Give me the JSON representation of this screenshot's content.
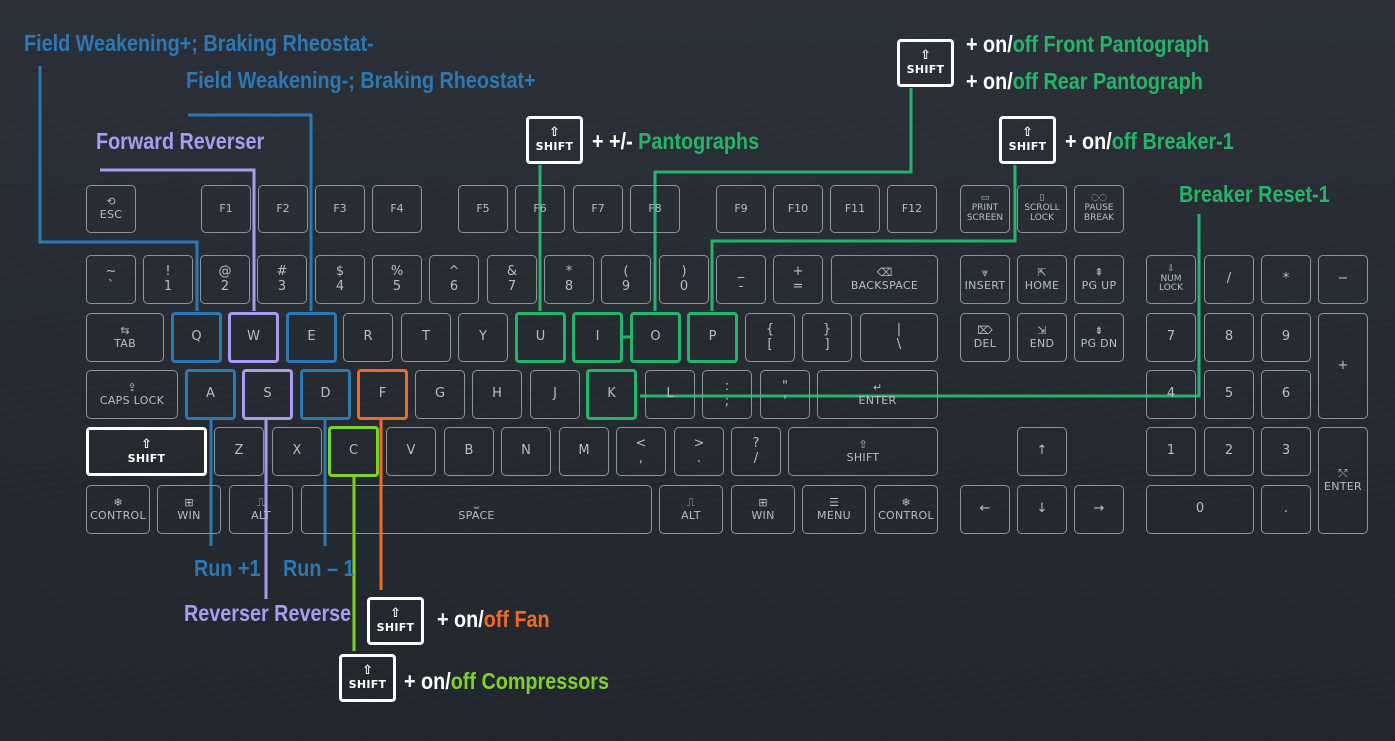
{
  "colors": {
    "blue": "#2d77b3",
    "purple": "#a99cf0",
    "green": "#27b36a",
    "orange": "#ef6a2a",
    "lime": "#7fd12a",
    "white": "#ffffff",
    "key_border": "#8d949c",
    "key_text": "#b8bec5"
  },
  "keys": {
    "esc": {
      "icon": "⟲",
      "label": "ESC"
    },
    "f1": "F1",
    "f2": "F2",
    "f3": "F3",
    "f4": "F4",
    "f5": "F5",
    "f6": "F6",
    "f7": "F7",
    "f8": "F8",
    "f9": "F9",
    "f10": "F10",
    "f11": "F11",
    "f12": "F12",
    "print_screen": {
      "icon": "▭",
      "l1": "PRINT",
      "l2": "SCREEN"
    },
    "scroll_lock": {
      "icon": "▯",
      "l1": "SCROLL",
      "l2": "LOCK"
    },
    "pause_break": {
      "icon": "◌◌",
      "l1": "PAUSE",
      "l2": "BREAK"
    },
    "tilde": {
      "top": "~",
      "bottom": "`"
    },
    "n1": {
      "top": "!",
      "bottom": "1"
    },
    "n2": {
      "top": "@",
      "bottom": "2"
    },
    "n3": {
      "top": "#",
      "bottom": "3"
    },
    "n4": {
      "top": "$",
      "bottom": "4"
    },
    "n5": {
      "top": "%",
      "bottom": "5"
    },
    "n6": {
      "top": "^",
      "bottom": "6"
    },
    "n7": {
      "top": "&",
      "bottom": "7"
    },
    "n8": {
      "top": "*",
      "bottom": "8"
    },
    "n9": {
      "top": "(",
      "bottom": "9"
    },
    "n0": {
      "top": ")",
      "bottom": "0"
    },
    "minus": {
      "top": "_",
      "bottom": "-"
    },
    "equals": {
      "top": "+",
      "bottom": "="
    },
    "backspace": {
      "icon": "⌫",
      "label": "BACKSPACE"
    },
    "tab": {
      "icon": "⇆",
      "label": "TAB"
    },
    "q": "Q",
    "w": "W",
    "e": "E",
    "r": "R",
    "t": "T",
    "y": "Y",
    "u": "U",
    "i": "I",
    "o": "O",
    "p": "P",
    "lbracket": {
      "top": "{",
      "bottom": "["
    },
    "rbracket": {
      "top": "}",
      "bottom": "]"
    },
    "backslash": {
      "top": "|",
      "bottom": "\\"
    },
    "caps_lock": {
      "icon": "⇪",
      "label": "CAPS LOCK"
    },
    "a": "A",
    "s": "S",
    "d": "D",
    "f": "F",
    "g": "G",
    "h": "H",
    "j": "J",
    "k": "K",
    "l": "L",
    "semicolon": {
      "top": ":",
      "bottom": ";"
    },
    "quote": {
      "top": "\"",
      "bottom": "'"
    },
    "enter": {
      "icon": "↵",
      "label": "ENTER"
    },
    "lshift": {
      "icon": "⇧",
      "label": "SHIFT"
    },
    "z": "Z",
    "x": "X",
    "c": "C",
    "v": "V",
    "b": "B",
    "n": "N",
    "m": "M",
    "comma": {
      "top": "<",
      "bottom": ","
    },
    "period": {
      "top": ">",
      "bottom": "."
    },
    "slash": {
      "top": "?",
      "bottom": "/"
    },
    "rshift": {
      "icon": "⇧",
      "label": "SHIFT"
    },
    "lcontrol": {
      "icon": "❄",
      "label": "CONTROL"
    },
    "lwin": {
      "icon": "⊞",
      "label": "WIN"
    },
    "lalt": {
      "icon": "⎍",
      "label": "ALT"
    },
    "space": {
      "icon": "⎵",
      "label": "SPACE"
    },
    "ralt": {
      "icon": "⎍",
      "label": "ALT"
    },
    "rwin": {
      "icon": "⊞",
      "label": "WIN"
    },
    "menu": {
      "icon": "☰",
      "label": "MENU"
    },
    "rcontrol": {
      "icon": "❄",
      "label": "CONTROL"
    },
    "insert": {
      "icon": "⩔",
      "label": "INSERT"
    },
    "home": {
      "icon": "⇱",
      "label": "HOME"
    },
    "pg_up": {
      "icon": "⇞",
      "label": "PG UP"
    },
    "del": {
      "icon": "⌦",
      "label": "DEL"
    },
    "end": {
      "icon": "⇲",
      "label": "END"
    },
    "pg_dn": {
      "icon": "⇟",
      "label": "PG DN"
    },
    "arrow_up": "↑",
    "arrow_left": "←",
    "arrow_down": "↓",
    "arrow_right": "→",
    "num_lock": {
      "icon": "⇩",
      "l1": "NUM",
      "l2": "LOCK"
    },
    "np_slash": "/",
    "np_star": "*",
    "np_minus": "−",
    "np7": "7",
    "np8": "8",
    "np9": "9",
    "np_plus": "+",
    "np4": "4",
    "np5": "5",
    "np6": "6",
    "np1": "1",
    "np2": "2",
    "np3": "3",
    "np0": "0",
    "np_dot": ".",
    "np_enter": {
      "icon": "⤲",
      "label": "ENTER"
    }
  },
  "shift_badge": {
    "icon": "⇧",
    "label": "SHIFT"
  },
  "annotations": {
    "field_weakening_plus": "Field Weakening+; Braking Rheostat-",
    "field_weakening_minus": "Field Weakening-; Braking Rheostat+",
    "forward_reverser": "Forward Reverser",
    "run_plus": "Run +1",
    "run_minus": "Run – 1",
    "reverser_reverse": "Reverser Reverse",
    "pantographs": {
      "plus": "+",
      "prefix": "+/-",
      "text": " Pantographs"
    },
    "front_panto": {
      "prefix": "+ on/",
      "colored": "off Front Pantograph"
    },
    "rear_panto": {
      "prefix": "+ on/",
      "colored": "off Rear Pantograph"
    },
    "breaker": {
      "prefix": "+ on/",
      "colored": "off Breaker-1"
    },
    "breaker_reset": "Breaker Reset-1",
    "fan": {
      "prefix": "+  on/",
      "colored": "off Fan"
    },
    "compressors": {
      "prefix": "+  on/",
      "colored": "off Compressors"
    }
  }
}
